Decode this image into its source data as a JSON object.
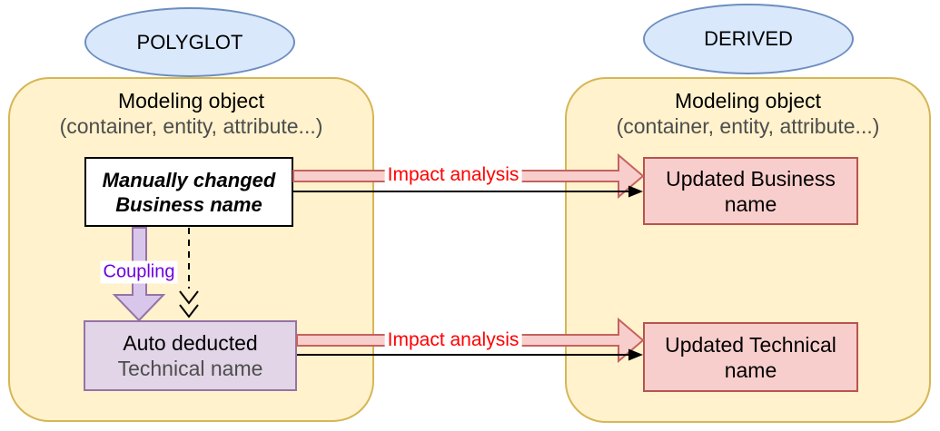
{
  "colors": {
    "yellow-fill": "#FFF2CC",
    "yellow-stroke": "#D6B656",
    "blue-fill": "#DAE8FC",
    "blue-stroke": "#6C8EBF",
    "pink-fill": "#F8CECC",
    "pink-stroke": "#B85450",
    "arrow-red-stroke": "#C4625F",
    "purple-fill": "#E1D5E7",
    "purple-stroke": "#9673A6",
    "coupling-fill": "#D8C7EA",
    "coupling-text": "#7000DD",
    "impact-red": "#FF0000",
    "subtitle-gray": "#4D4D4D"
  },
  "polyglot": {
    "tag": "POLYGLOT",
    "container_title": "Modeling object",
    "container_subtitle": "(container, entity, attribute...)",
    "business_box": {
      "line1": "Manually changed",
      "line2": "Business name"
    },
    "technical_box": {
      "line1": "Auto deducted",
      "line2": "Technical name"
    },
    "coupling_label": "Coupling"
  },
  "derived": {
    "tag": "DERIVED",
    "container_title": "Modeling object",
    "container_subtitle": "(container, entity, attribute...)",
    "business_box": {
      "line1": "Updated Business",
      "line2": "name"
    },
    "technical_box": {
      "line1": "Updated Technical",
      "line2": "name"
    }
  },
  "connectors": {
    "impact_top_label": "Impact analysis",
    "impact_bottom_label": "Impact analysis"
  }
}
